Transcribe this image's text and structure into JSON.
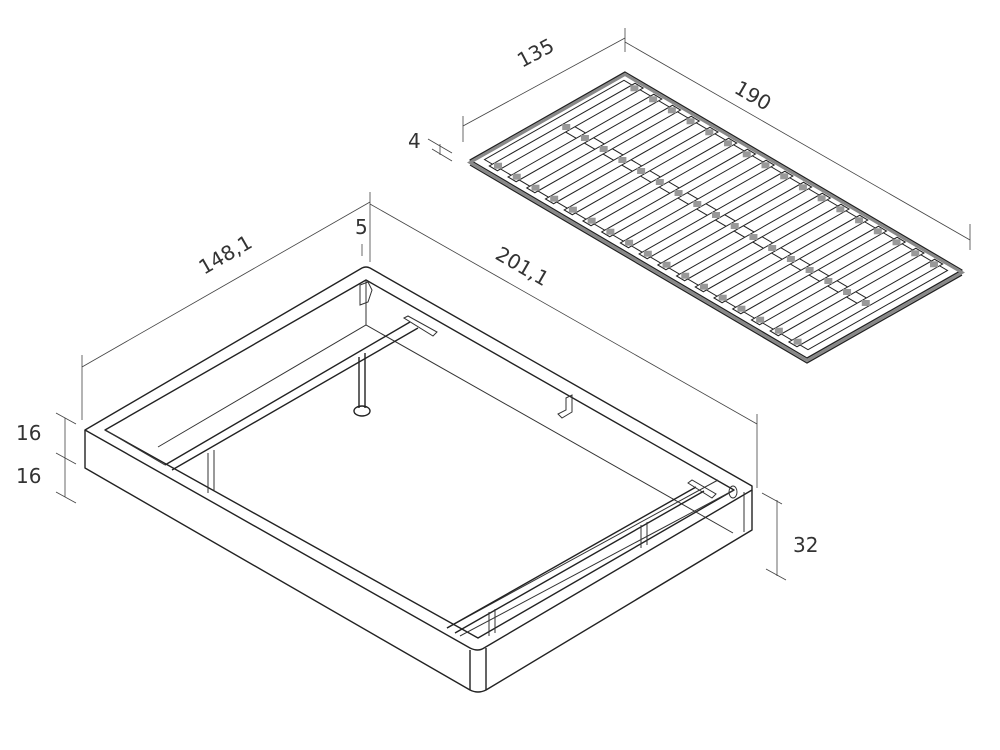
{
  "slatted_base": {
    "width_label": "135",
    "length_label": "190",
    "thickness_label": "4",
    "slat_count": 17
  },
  "bed_frame": {
    "width_label": "148,1",
    "length_label": "201,1",
    "rim_label": "5",
    "height_upper_label": "16",
    "height_lower_label": "16",
    "total_height_label": "32"
  },
  "colors": {
    "line": "#222222",
    "dimension": "#444444",
    "slat_rim": "#888888"
  }
}
